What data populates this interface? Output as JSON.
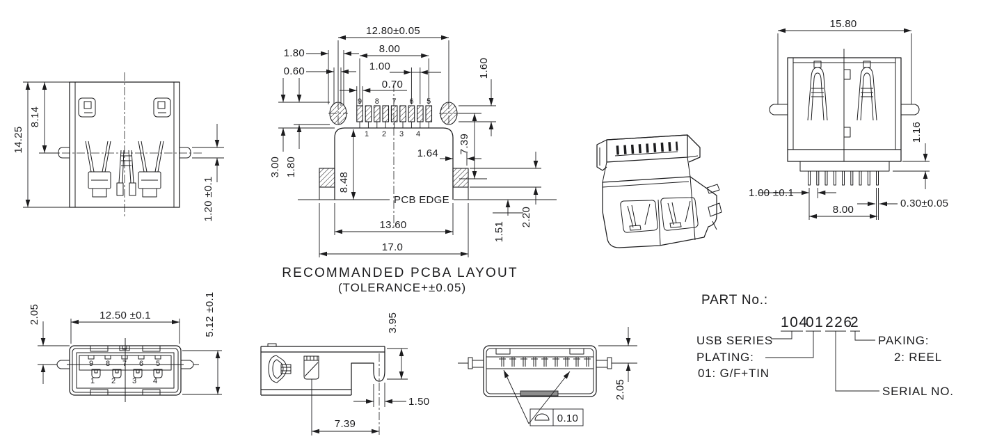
{
  "meta": {
    "background": "#ffffff",
    "line_color": "#1c1c1e"
  },
  "views": {
    "top_view": {
      "dim_height_total": "14.25",
      "dim_height_inner": "8.14",
      "dim_peg": "1.20 ±0.1"
    },
    "pcba_layout": {
      "title": "RECOMMANDED PCBA LAYOUT",
      "tolerance_note": "(TOLERANCE+±0.05)",
      "pcb_edge_label": "PCB EDGE",
      "dim_hole_span": "12.80±0.05",
      "dim_offset_a": "1.80",
      "dim_offset_b": "0.60",
      "dim_pad_span": "8.00",
      "dim_pitch": "1.00",
      "dim_pad_width": "0.70",
      "dim_pad_height": "1.60",
      "dim_depth_right": "7.39",
      "dim_slot_a": "3.00",
      "dim_slot_b": "1.80",
      "dim_depth": "8.48",
      "dim_edge_gap": "1.64",
      "dim_pad2_height": "2.20",
      "dim_edge_offset": "1.51",
      "dim_width_inner": "13.60",
      "dim_width_outer": "17.0",
      "pad_numbers_top": [
        "9",
        "8",
        "7",
        "6",
        "5"
      ],
      "pad_numbers_bottom": [
        "1",
        "2",
        "3",
        "4"
      ]
    },
    "rear_view": {
      "dim_width": "15.80",
      "dim_step": "1.16",
      "dim_pitch": "1.00 ±0.1",
      "dim_span": "8.00",
      "dim_pin_width": "0.30±0.05"
    },
    "front_view": {
      "dim_peg": "2.05",
      "dim_width": "12.50 ±0.1",
      "dim_height": "5.12 ±0.1",
      "pin_numbers_top": [
        "9",
        "8",
        "7",
        "6",
        "5"
      ],
      "pin_numbers_bottom": [
        "1",
        "2",
        "3",
        "4"
      ]
    },
    "side_view": {
      "dim_height": "3.95",
      "dim_tail": "1.50",
      "dim_length": "7.39"
    },
    "bottom_view": {
      "dim_peg": "2.05",
      "flatness_value": "0.10"
    },
    "part_no": {
      "label": "PART No.:",
      "seg_series": "104",
      "seg_plating": "01",
      "seg_serial": "226",
      "seg_paking": "2",
      "series_label": "USB SERIES",
      "plating_label": "PLATING:",
      "plating_value": "01: G/F+TIN",
      "paking_label": "PAKING:",
      "paking_value": "2: REEL",
      "serial_label": "SERIAL NO."
    }
  }
}
